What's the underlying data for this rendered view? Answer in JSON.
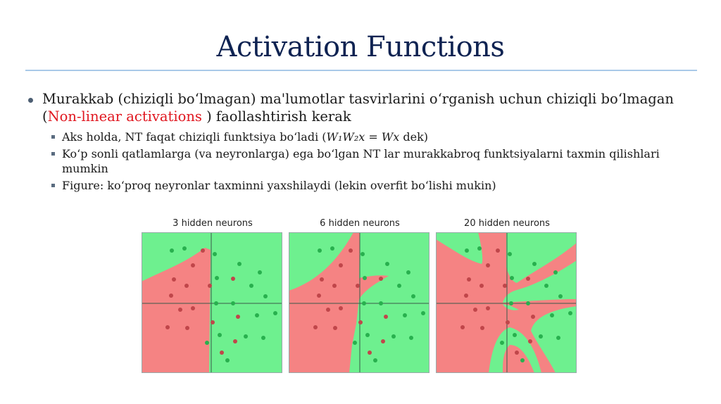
{
  "slide": {
    "title": "Activation Functions",
    "bullets": [
      {
        "text_before": "Murakkab (chiziqli bo‘lmagan) ma'lumotlar tasvirlarini o‘rganish uchun chiziqli bo‘lmagan (",
        "highlight": "Non-linear activations",
        "text_after": " ) faollashtirish kerak",
        "highlight_color": "#e0161f",
        "sub_bullets": [
          {
            "text_before": "Aks holda, NT faqat chiziqli funktsiya bo‘ladi (",
            "math": "W₁W₂x = Wx",
            "text_after": " dek)"
          },
          {
            "text": "Ko‘p sonli qatlamlarga (va neyronlarga) ega bo‘lgan NT lar murakkabroq funktsiyalarni taxmin qilishlari mumkin"
          },
          {
            "text": "Figure:  ko‘proq neyronlar taxminni yaxshilaydi (lekin overfit bo‘lishi mukin)"
          }
        ]
      }
    ]
  },
  "figure": {
    "colors": {
      "red_region": "#f58383",
      "green_region": "#6ef08f",
      "red_point": "#c0464a",
      "green_point": "#28b04e",
      "axis": "#3a5a48"
    },
    "panels": [
      {
        "title": "3 hidden neurons"
      },
      {
        "title": "6 hidden neurons"
      },
      {
        "title": "20 hidden neurons"
      }
    ]
  },
  "chart_data": [
    {
      "type": "scatter",
      "title": "3 hidden neurons",
      "description": "Decision boundary of a 2-layer NN; red and green classification regions with data points",
      "xlim": [
        -1,
        1
      ],
      "ylim": [
        -1,
        1
      ],
      "axes_lines": "x=0 and y=0 drawn",
      "series": [
        {
          "name": "red class",
          "points": [
            [
              -0.13,
              0.85
            ],
            [
              -0.4,
              0.62
            ],
            [
              -0.8,
              0.43
            ],
            [
              -0.55,
              0.34
            ],
            [
              -0.04,
              0.34
            ],
            [
              -0.85,
              0.1
            ],
            [
              -0.65,
              -0.12
            ],
            [
              -0.4,
              -0.1
            ],
            [
              -0.9,
              -0.45
            ],
            [
              -0.52,
              -0.46
            ],
            [
              0.03,
              -0.33
            ],
            [
              0.32,
              0.42
            ],
            [
              0.38,
              -0.2
            ],
            [
              0.33,
              -0.6
            ],
            [
              0.15,
              -0.85
            ]
          ]
        },
        {
          "name": "green class",
          "points": [
            [
              -0.55,
              0.85
            ],
            [
              -0.4,
              0.89
            ],
            [
              0.05,
              0.77
            ],
            [
              0.42,
              0.6
            ],
            [
              0.77,
              0.55
            ],
            [
              0.1,
              0.41
            ],
            [
              0.63,
              0.3
            ],
            [
              0.8,
              0.1
            ],
            [
              0.06,
              0.0
            ],
            [
              0.31,
              0.0
            ],
            [
              0.58,
              -0.18
            ],
            [
              0.85,
              -0.17
            ],
            [
              0.12,
              -0.55
            ],
            [
              0.48,
              -0.57
            ],
            [
              0.73,
              -0.58
            ],
            [
              -0.07,
              -0.67
            ],
            [
              0.24,
              -0.9
            ]
          ]
        }
      ]
    },
    {
      "type": "scatter",
      "title": "6 hidden neurons",
      "description": "Same data, boundary with a red spike extending into right half",
      "xlim": [
        -1,
        1
      ],
      "ylim": [
        -1,
        1
      ]
    },
    {
      "type": "scatter",
      "title": "20 hidden neurons",
      "description": "Same data, highly non-linear boundary with multiple red/green bands (overfitting)",
      "xlim": [
        -1,
        1
      ],
      "ylim": [
        -1,
        1
      ]
    }
  ]
}
